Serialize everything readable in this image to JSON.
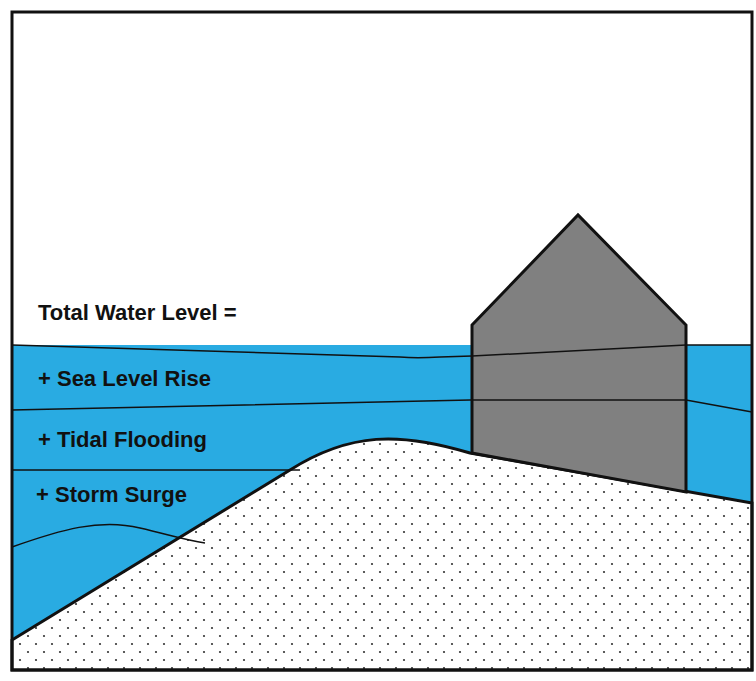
{
  "diagram": {
    "labels": [
      "Total Water Level =",
      "+ Sea Level Rise",
      "+ Tidal Flooding",
      "+ Storm Surge"
    ]
  }
}
